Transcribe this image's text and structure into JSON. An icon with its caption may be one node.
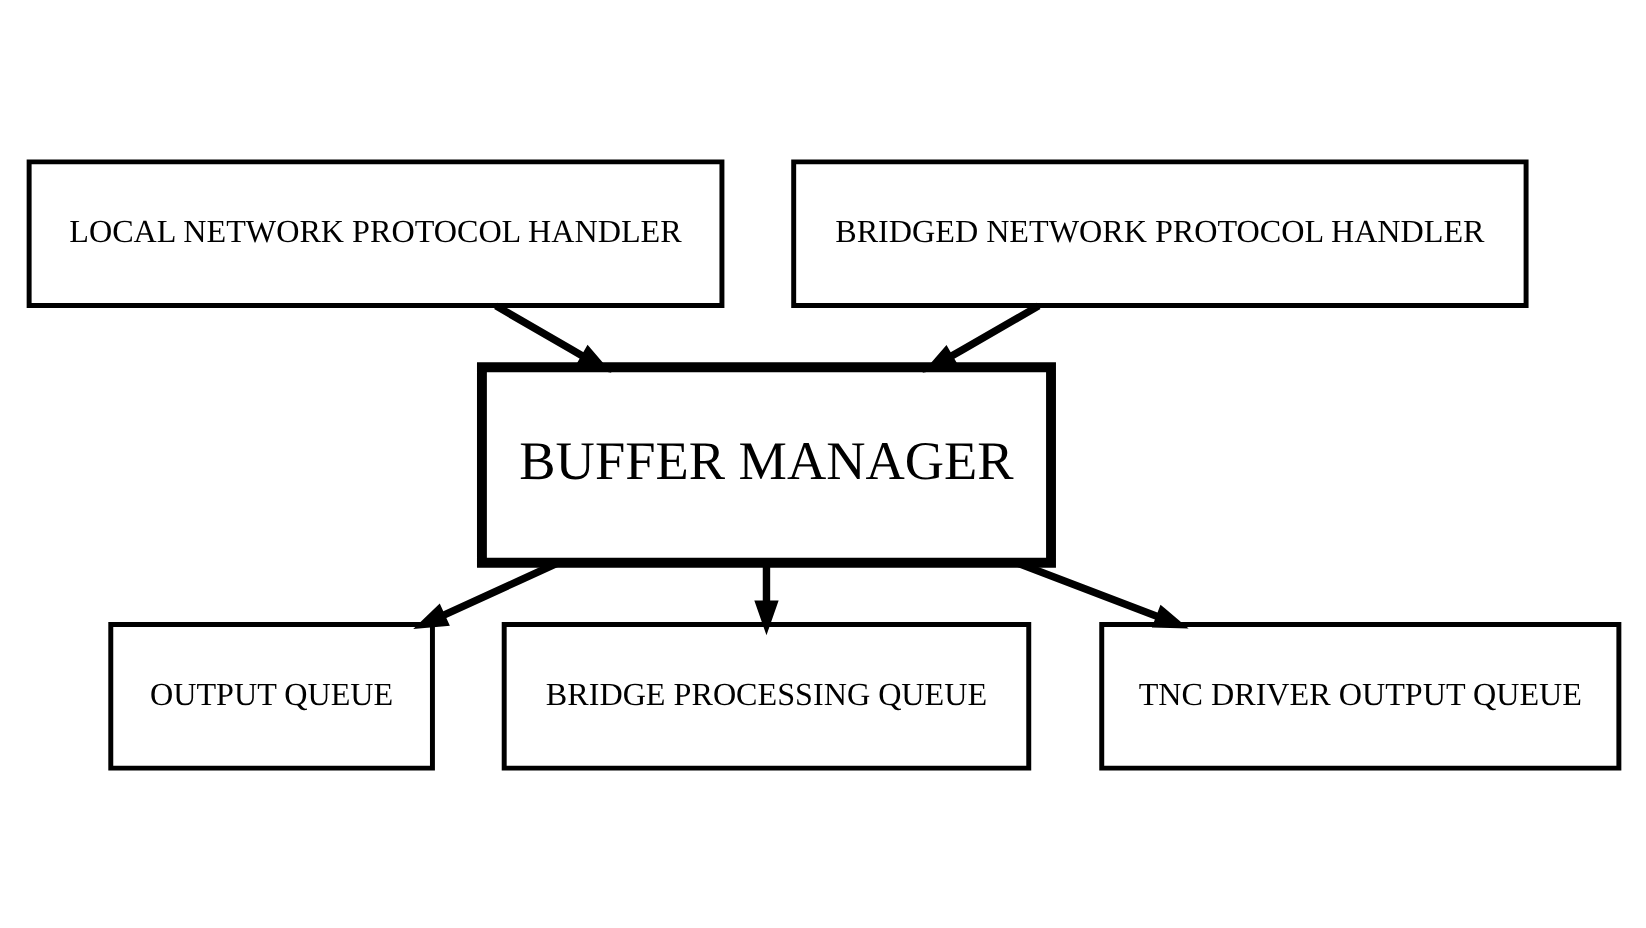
{
  "diagram": {
    "nodes": [
      {
        "text": [
          "LOCAL NETWORK PROTOCOL HANDLER"
        ]
      },
      {
        "text": [
          "BRIDGED NETWORK PROTOCOL HANDLER"
        ]
      },
      {
        "text": [
          "BUFFER MANAGER"
        ]
      },
      {
        "text": [
          "OUTPUT QUEUE"
        ]
      },
      {
        "text": [
          "BRIDGE PROCESSING QUEUE"
        ]
      },
      {
        "text": [
          "TNC DRIVER OUTPUT QUEUE"
        ]
      }
    ],
    "edges": [
      {
        "from": 0,
        "to": 2,
        "arrow": "to"
      },
      {
        "from": 1,
        "to": 2,
        "arrow": "to"
      },
      {
        "from": 2,
        "to": 3,
        "arrow": "to"
      },
      {
        "from": 2,
        "to": 4,
        "arrow": "to"
      },
      {
        "from": 2,
        "to": 5,
        "arrow": "to"
      }
    ]
  }
}
